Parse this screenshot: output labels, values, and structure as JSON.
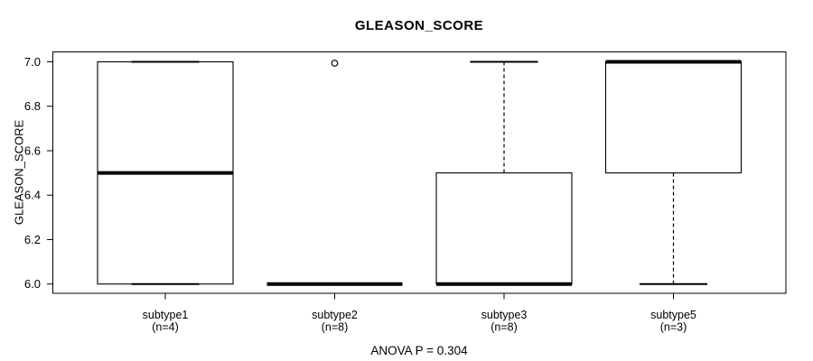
{
  "figure": {
    "title": "GLEASON_SCORE",
    "y_axis_title": "GLEASON_SCORE",
    "annotation": "ANOVA P = 0.304"
  },
  "chart_data": {
    "type": "boxplot",
    "title": "GLEASON_SCORE",
    "xlabel": "",
    "ylabel": "GLEASON_SCORE",
    "annotation": "ANOVA P = 0.304",
    "ylim": [
      6.0,
      7.0
    ],
    "yticks": [
      6.0,
      6.2,
      6.4,
      6.6,
      6.8,
      7.0
    ],
    "ytick_labels": [
      "6.0",
      "6.2",
      "6.4",
      "6.6",
      "6.8",
      "7.0"
    ],
    "grid": false,
    "legend": "none",
    "line_color": "#000000",
    "box_fill": "#ffffff",
    "boxes": [
      {
        "category": "subtype1",
        "sublabel": "(n=4)",
        "whisker_low": 6.0,
        "q1": 6.0,
        "median": 6.5,
        "q3": 7.0,
        "whisker_high": 7.0,
        "outliers": []
      },
      {
        "category": "subtype2",
        "sublabel": "(n=8)",
        "whisker_low": 6.0,
        "q1": 6.0,
        "median": 6.0,
        "q3": 6.0,
        "whisker_high": 6.0,
        "outliers": [
          7.0
        ]
      },
      {
        "category": "subtype3",
        "sublabel": "(n=8)",
        "whisker_low": 6.0,
        "q1": 6.0,
        "median": 6.0,
        "q3": 6.5,
        "whisker_high": 7.0,
        "outliers": []
      },
      {
        "category": "subtype5",
        "sublabel": "(n=3)",
        "whisker_low": 6.0,
        "q1": 6.5,
        "median": 7.0,
        "q3": 7.0,
        "whisker_high": 7.0,
        "outliers": []
      }
    ]
  }
}
